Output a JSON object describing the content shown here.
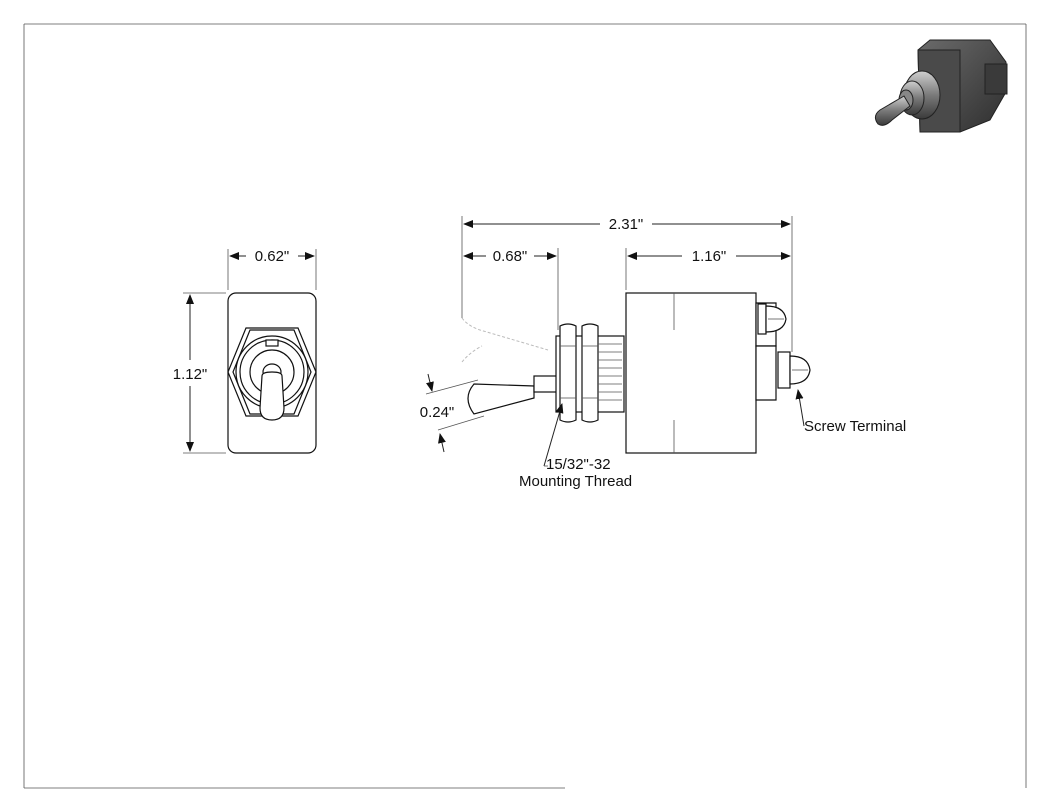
{
  "drawing": {
    "dimensions": {
      "front_width": "0.62\"",
      "front_height": "1.12\"",
      "overall_length": "2.31\"",
      "lever_length": "0.68\"",
      "body_length": "1.16\"",
      "lever_diameter": "0.24\""
    },
    "callouts": {
      "thread_size": "15/32\"-32",
      "thread_name": "Mounting Thread",
      "terminal": "Screw Terminal"
    },
    "thumbnail_icon": "toggle-switch-3d-icon"
  }
}
